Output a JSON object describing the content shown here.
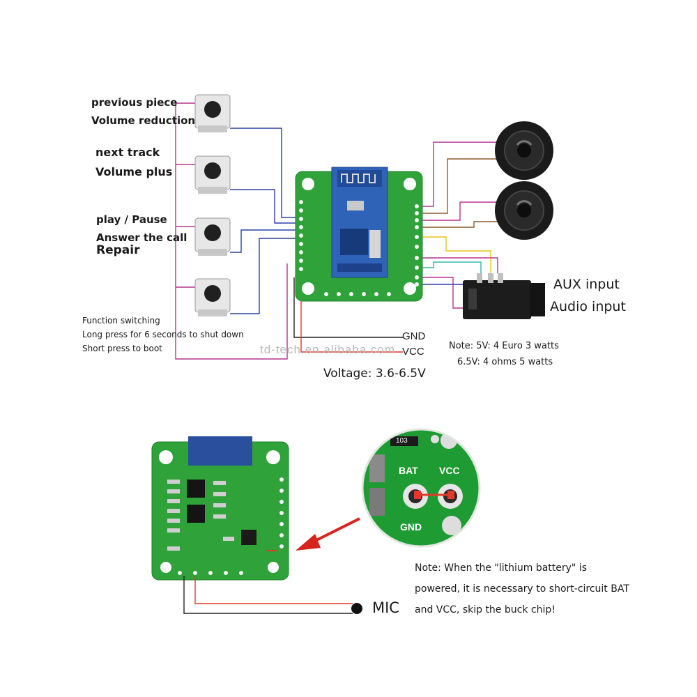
{
  "buttons": [
    {
      "lines": [
        "previous piece",
        "Volume reduction"
      ]
    },
    {
      "lines": [
        "next track",
        "Volume plus"
      ]
    },
    {
      "lines": [
        "play / Pause",
        "Answer the call",
        "Repair"
      ]
    },
    {
      "lines": [
        "Function switching",
        "Long press for 6 seconds to shut down",
        "Short press to boot"
      ]
    }
  ],
  "power": {
    "gnd": "GND",
    "vcc": "VCC",
    "voltage": "Voltage: 3.6-6.5V"
  },
  "aux": {
    "line1": "AUX input",
    "line2": "Audio input"
  },
  "spec_note": {
    "line1": "Note: 5V: 4 Euro 3 watts",
    "line2": "6.5V: 4 ohms 5 watts"
  },
  "watermark": "td-tech.en.alibaba.com",
  "closeup": {
    "bat": "BAT",
    "vcc": "VCC",
    "gnd": "GND",
    "resistor": "103"
  },
  "mic": "MIC",
  "battery_note": {
    "line1": "Note: When the \"lithium battery\" is",
    "line2": "powered, it is necessary to short-circuit BAT",
    "line3": "and VCC, skip the buck chip!"
  },
  "colors": {
    "pcb_green": "#2fa33a",
    "module_blue": "#2f63b8",
    "wire_magenta": "#b5338f",
    "wire_blue": "#2c3ea8",
    "wire_brown": "#8a5a2b",
    "wire_yellow": "#e8c21a",
    "wire_teal": "#33b3a6",
    "wire_red": "#e23a2a",
    "arrow_red": "#d8241e"
  }
}
